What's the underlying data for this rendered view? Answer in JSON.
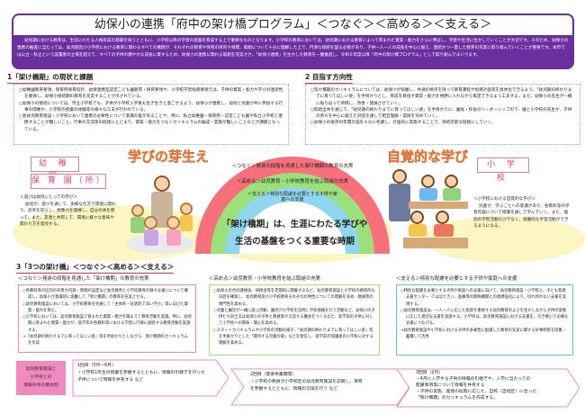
{
  "header": {
    "title": "幼保小の連携「府中の架け橋プログラム」＜つなぐ＞＜高める＞＜支える＞",
    "intro": "幼児期における教育は、生涯にわたる人格形成の基礎を培うとともに、小学校以降の学習の基盤を育成する上で重要なものとなります。小学校の教育においては、幼児期における教育によって育まれた資質・能力をさらに伸ばし、学習や生活に生かしていくことが大切です。そのため、幼保小の連携の推進に当たっては、幼児期及び小学校における教育に関わるすべての機関が、それぞれの教育や保育の目的や目標、取組について十分に理解した上で、円滑な接続を図る必要があり、子供一人一人の成長を中心に据え、連続かつ一貫した教育の充実に取り組んでいくことが重要です。本市では公立・私立という設置者の立場を超えて、すべての子供の健やかな成長に資するため、幼保小の連携に関わる取組を充実させ、「幼保小連携」を生かした教育を一層推進し、令和６年度以降「府中の架け橋プログラム」として取り組んでまいります。",
    "colors": {
      "accent": "#6b2fa0"
    }
  },
  "section1": {
    "heading": "1「架け橋期」の現状と課題",
    "items": [
      "○幼稚園教育要領、保育所保育指針、幼保連携型認定こども園教育・保育要領や、小学校学習指導要領では、子供の資質・能力や学びの連続性を確保し、幼保小接続期の教育を充実することが示されている。",
      "○幼保小の接続については、市立小学校でも、子供が小学校入学後も生き生きと過ごせるよう、幼保小が連携し、幼児と児童が共に参加する行事の開催や、小学校の授業の体験等の様々な工夫が行われている。",
      "○各幼児教育施設・小学校において連携の必要性について意識の差があることや、特に、私立幼稚園・保育所・認定こども園や私立小学校と連携することが難しいこと、行事の交流等の取組にとどまり、資質・能力をつなぐカリキュラムの編成・実施が難しいことなどが課題となっている。"
    ]
  },
  "section2": {
    "heading": "2 目指す方向性",
    "items": [
      "○架け橋期のカリキュラムについては、幼保小が協働し、共通の視点を持って教育課程や指導計画等を具体化できるよう、「幼児期の終わりまでに育ってほしい姿」を手掛かりとし、育成を目指す資質・能力を視野に入れながら策定できるよう工夫する。また、幼保小の先生が一緒に振り返って評価し、改善・発展させていく。",
      "○取組全体を通じて、「幼児期の終わりまでに育ってほしい姿」を手掛かりに、園長・校長のリーダーシップの下、園と小学校の先生が、子供の育ちを中心に据えた対話を通して相互理解・実践を深めていく。",
      "○幼保小の既存の年間計画を十分に考慮し、計画的に実施することで、持続可能な取組にしていく。"
    ]
  },
  "middle": {
    "left_title": "学びの芽生え",
    "right_title": "自覚的な学び",
    "kindergarten_label": "幼 稚 園",
    "nursery_label": "保 育 園（所）",
    "school_label": "小 学 校",
    "left_text_title": "＜遊びは幼児にとっての学び＞",
    "left_text": "幼児が、遊びを通して、多様な仕方で環境に関わり、思考を巡らし、想像力を発揮し、自分の体を使って、また、友達と共有して、環境に様々な意味や関わり方を発見する。",
    "right_text_title": "＜小学校における自覚的な学び＞",
    "right_text": "児童が、学ぶことへの意識があり、各教科等の学習内容について授業を通して学んでいく。また、個別の学習活動だけでなく、協働的な学習活動ができるようになる。",
    "rainbow": [
      {
        "label": "＜つなぐ＞発達の段階を見通した架け橋期の教育の充実",
        "color": "#f7707a"
      },
      {
        "label": "＜高める＞幼児教育・小学校教育を結ぶ取組の充実",
        "color": "#9be07a"
      },
      {
        "label": "＜支える＞特別な配慮を必要とする子供や家庭への支援",
        "color": "#8fd6ef"
      }
    ],
    "center_line1": "「架け橋期」は、生涯にわたる学びや",
    "center_line2": "生活の基盤をつくる重要な時期"
  },
  "section3": {
    "heading": "3「3つの架け橋」＜つなぐ＞＜高める＞＜支える＞",
    "columns": [
      {
        "title": "＜つなぐ＞発達の段階を見通した「架け橋期」の教育の充実",
        "border": "#f08a9a",
        "items": [
          "○各教科等の区別の有無や内容・時間の設定など幼児教育と小学校教育の様々な違いについて確認し、幼保小が意識的に協働して「架け橋期」の教育を充実させる。",
          "○幼児教育施設においては、小学校教育を見通して「主体的・対話的で深い学び」等に向けた資質・能力を育む。",
          "○小学校においては、幼児教育施設で育まれた資質・能力を踏まえて教育活動を実施。特に、幼児期に育まれた資質・能力が、低学年の各教科等における学習に円滑に接続する教育活動を実施する。"
        ],
        "arrow": "→「幼児期の終わりまでに育ってほしい姿」等を手掛かりとしながら、架け橋期のカリキュラムを作成"
      },
      {
        "title": "＜高める＞幼児教育・小学校教育を結ぶ取組の充実",
        "border": "#9be07a",
        "items": [
          "○幼保小の合同連絡会、研修会等を定期的に開催するなど、幼児教育施設と小学校の継続的な対話を確保し、幼児教育及び小学校教育それぞれの特性についての理解を深め、教員等の専門性を高める。",
          "○児童と園児が一緒に遊ぶ活動、園児が小学校を訪問し学校探検を行う活動など、幼保小の子供たち同士又は幼保小の子供と教員等が交流する機会をつくるなど、就学前の子供に対して小学校への興味・関心を高める。",
          "○スタートカリキュラムや小学校の活動の様子、「幼児期の終わりまでに育ってほしい姿」等を手掛かりとした「期待する児童の姿」などを発信し、就学前の保護者の小学校に対する理解を高める。"
        ],
        "arrow": ""
      },
      {
        "title": "＜支える＞特別な配慮を必要とする子供や家庭への支援",
        "border": "#5bc6ea",
        "items": [
          "○特別な配慮を必要とする子供や家庭への支援に向けて、幼児教育施設・小学校と、子ども発達支援センター（「はばたき」）、医療等の関係機関との連携強化により、切れ目のない支援を実現する。",
          "○幼児教育施設は、一人一人に応じた指導を重視する幼児教育のよさを生かしながら子供の実態に応じた適切な支援を実施する。小学校は、幼児教育施設における支援を、引き継いで必要な支援につなげる。"
        ],
        "arrow": "→幼児教育施設や小学校における子供の多様性に配慮した教育の充実に関する好事例等を収集・蓄積して活用"
      }
    ],
    "info_label": "幼児教育施設と\n小学校との\n情報共有の機会例",
    "timeline": [
      {
        "title": "1回目（5月～6月）",
        "lines": [
          "・小学校1年生の授業を参観するとともに、情報の引継ぎを行った",
          "子供について情報を共有する など"
        ]
      },
      {
        "title": "2回目（夏季休業期間）",
        "lines": [
          "・小学校の教員が小学校区の幼児教育施設を訪問し、保育",
          "を参観するとともに、情報の交換を行う など"
        ]
      },
      {
        "title": "3回目（2月）",
        "lines": [
          "・4月に入学する子供の情報の引継ぎや、入学に当たっての",
          "配慮事項等について情報を共有する",
          "・子供の実態、発達の段階に応じた、自校（自地区）に合った",
          "「架け橋期」のカリキュラムを作成する。"
        ]
      }
    ]
  }
}
